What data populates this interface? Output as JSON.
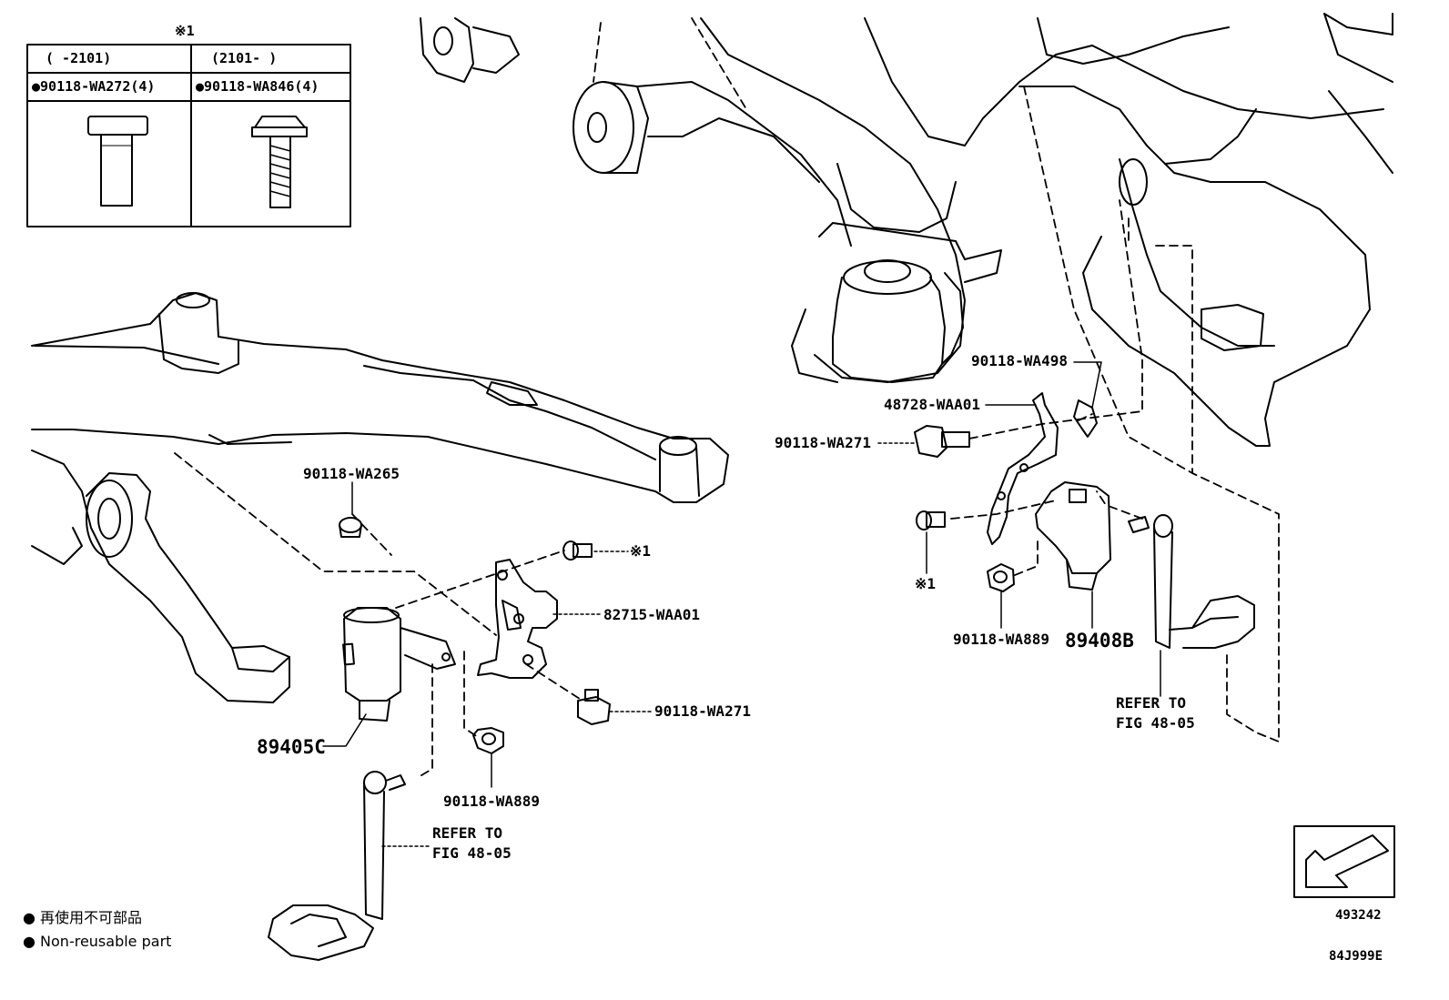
{
  "table": {
    "note_mark": "※1",
    "col1_range": "(      -2101)",
    "col2_range": "(2101-      )",
    "col1_part": "●90118-WA272(4)",
    "col2_part": "●90118-WA846(4)"
  },
  "labels": {
    "p90118_wa265": "90118-WA265",
    "note1_left": "※1",
    "p82715_waa01": "82715-WAA01",
    "p90118_wa271_left": "90118-WA271",
    "p89405c": "89405C",
    "p90118_wa889_left": "90118-WA889",
    "refer_left_line1": "REFER TO",
    "refer_left_line2": "FIG 48-05",
    "p90118_wa498": "90118-WA498",
    "p48728_waa01": "48728-WAA01",
    "p90118_wa271_right": "90118-WA271",
    "note1_right": "※1",
    "p90118_wa889_right": "90118-WA889",
    "p89408b": "89408B",
    "refer_right_line1": "REFER TO",
    "refer_right_line2": "FIG 48-05"
  },
  "legend": {
    "line1": "● 再使用不可部品",
    "line2": "● Non-reusable part"
  },
  "ids": {
    "figure_number": "493242",
    "diagram_code": "84J999E"
  }
}
